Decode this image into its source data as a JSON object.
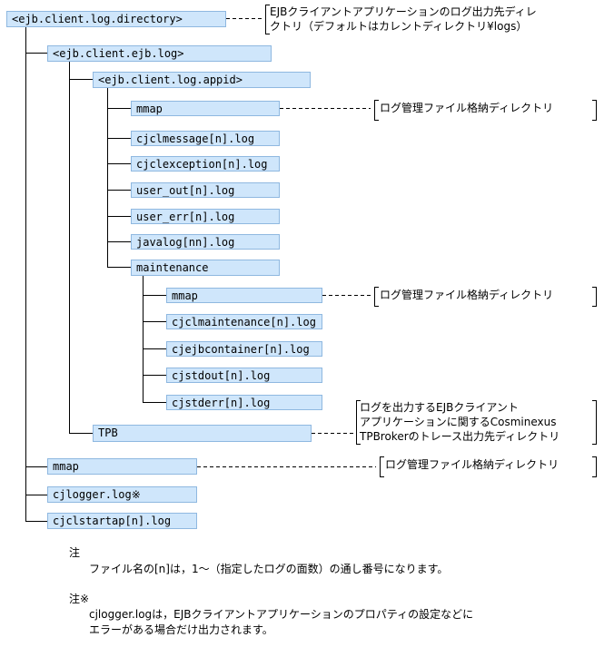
{
  "nodes": {
    "root": "<ejb.client.log.directory>",
    "ejb_log": "<ejb.client.ejb.log>",
    "appid": "<ejb.client.log.appid>",
    "appid_mmap": "mmap",
    "cjclmessage": "cjclmessage[n].log",
    "cjclexception": "cjclexception[n].log",
    "user_out": "user_out[n].log",
    "user_err": "user_err[n].log",
    "javalog": "javalog[nn].log",
    "maintenance": "maintenance",
    "maint_mmap": "mmap",
    "cjclmaintenance": "cjclmaintenance[n].log",
    "cjejbcontainer": "cjejbcontainer[n].log",
    "cjstdout": "cjstdout[n].log",
    "cjstderr": "cjstderr[n].log",
    "tpb": "TPB",
    "root_mmap": "mmap",
    "cjlogger": "cjlogger.log※",
    "cjclstartap": "cjclstartap[n].log"
  },
  "annotations": {
    "root": [
      "EJBクライアントアプリケーションのログ出力先ディレ",
      "クトリ（デフォルトはカレントディレクトリ¥logs）"
    ],
    "appid_mmap": [
      "ログ管理ファイル格納ディレクトリ"
    ],
    "maint_mmap": [
      "ログ管理ファイル格納ディレクトリ"
    ],
    "tpb": [
      "ログを出力するEJBクライアント",
      "アプリケーションに関するCosminexus",
      "TPBrokerのトレース出力先ディレクトリ"
    ],
    "root_mmap": [
      "ログ管理ファイル格納ディレクトリ"
    ]
  },
  "notes": {
    "note1_title": "注",
    "note1_text": "ファイル名の[n]は，1～（指定したログの面数）の通し番号になります。",
    "note2_title": "注※",
    "note2_line1": "cjlogger.logは，EJBクライアントアプリケーションのプロパティの設定などに",
    "note2_line2": "エラーがある場合だけ出力されます。"
  }
}
